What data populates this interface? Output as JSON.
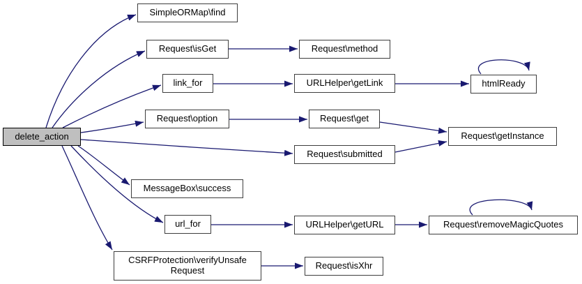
{
  "diagram": {
    "type": "call-graph",
    "background": "#ffffff",
    "edge_color": "#191970",
    "node_fill": "#ffffff",
    "node_border": "#3d3d3d",
    "root_fill": "#bfbfbf",
    "root_border": "#000000",
    "nodes": {
      "delete_action": {
        "label": "delete_action"
      },
      "simpleormap_find": {
        "label": "SimpleORMap\\find"
      },
      "request_isget": {
        "label": "Request\\isGet"
      },
      "link_for": {
        "label": "link_for"
      },
      "request_option": {
        "label": "Request\\option"
      },
      "messagebox_success": {
        "label": "MessageBox\\success"
      },
      "url_for": {
        "label": "url_for"
      },
      "csrf_verifyunsaferequest": {
        "label": "CSRFProtection\\verifyUnsafe Request"
      },
      "request_method": {
        "label": "Request\\method"
      },
      "urlhelper_getlink": {
        "label": "URLHelper\\getLink"
      },
      "request_get": {
        "label": "Request\\get"
      },
      "request_submitted": {
        "label": "Request\\submitted"
      },
      "urlhelper_geturl": {
        "label": "URLHelper\\getURL"
      },
      "request_isxhr": {
        "label": "Request\\isXhr"
      },
      "htmlready": {
        "label": "htmlReady"
      },
      "request_getinstance": {
        "label": "Request\\getInstance"
      },
      "request_removemagicquotes": {
        "label": "Request\\removeMagicQuotes"
      }
    },
    "edges": [
      {
        "from": "delete_action",
        "to": "simpleormap_find"
      },
      {
        "from": "delete_action",
        "to": "request_isget"
      },
      {
        "from": "delete_action",
        "to": "link_for"
      },
      {
        "from": "delete_action",
        "to": "request_option"
      },
      {
        "from": "delete_action",
        "to": "request_submitted"
      },
      {
        "from": "delete_action",
        "to": "messagebox_success"
      },
      {
        "from": "delete_action",
        "to": "url_for"
      },
      {
        "from": "delete_action",
        "to": "csrf_verifyunsaferequest"
      },
      {
        "from": "request_isget",
        "to": "request_method"
      },
      {
        "from": "link_for",
        "to": "urlhelper_getlink"
      },
      {
        "from": "urlhelper_getlink",
        "to": "htmlready"
      },
      {
        "from": "htmlready",
        "to": "htmlready"
      },
      {
        "from": "request_option",
        "to": "request_get"
      },
      {
        "from": "request_get",
        "to": "request_getinstance"
      },
      {
        "from": "request_submitted",
        "to": "request_getinstance"
      },
      {
        "from": "url_for",
        "to": "urlhelper_geturl"
      },
      {
        "from": "urlhelper_geturl",
        "to": "request_removemagicquotes"
      },
      {
        "from": "request_removemagicquotes",
        "to": "request_removemagicquotes"
      },
      {
        "from": "csrf_verifyunsaferequest",
        "to": "request_isxhr"
      }
    ]
  }
}
